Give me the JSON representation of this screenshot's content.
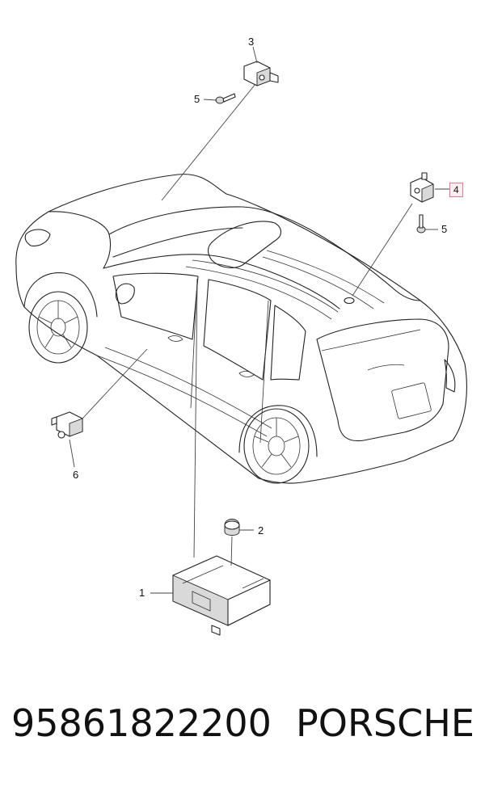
{
  "callouts": {
    "c1": "1",
    "c2": "2",
    "c3": "3",
    "c4": "4",
    "c5a": "5",
    "c5b": "5",
    "c6": "6"
  },
  "footer": {
    "part_number": "95861822200",
    "brand": "PORSCHE"
  },
  "colors": {
    "highlight_border": "#e57a8f",
    "highlight_fill": "#fdeef1"
  }
}
